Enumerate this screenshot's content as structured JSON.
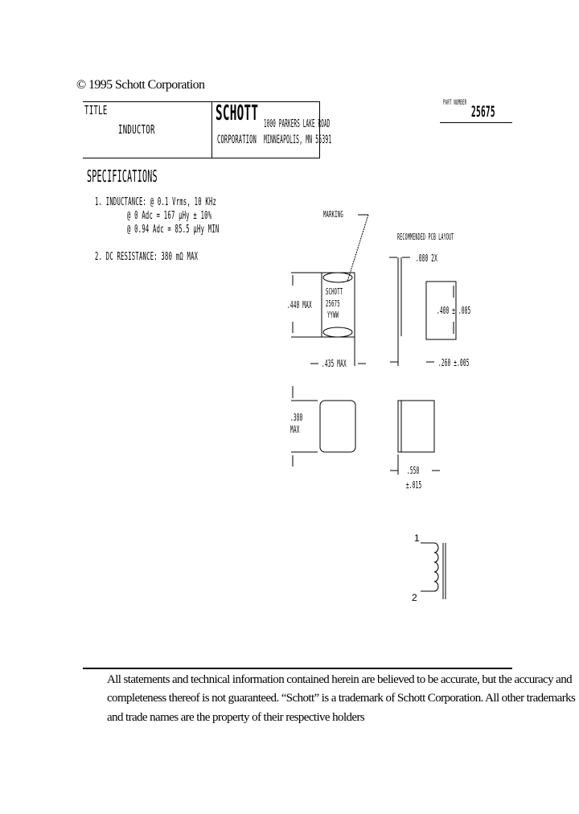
{
  "copyright": "© 1995 Schott Corporation",
  "title_block": {
    "title_label": "TITLE",
    "title": "INDUCTOR",
    "company": "SCHOTT",
    "company_sub": "CORPORATION",
    "address1": "1000 PARKERS LAKE ROAD",
    "address2": "MINNEAPOLIS, MN 55391",
    "part_label": "PART NUMBER",
    "part_number": "25675"
  },
  "specs": {
    "heading": "SPECIFICATIONS",
    "line1": "1. INDUCTANCE: @ 0.1 Vrms, 10 KHz",
    "line2": "@ 0 Adc = 167 µHy ± 10%",
    "line3": "@ 0.94 Adc = 85.5 µHy MIN",
    "line4": "2. DC RESISTANCE: 380 mΩ MAX"
  },
  "drawing": {
    "marking": "MARKING",
    "body_mark1": "SCHOTT",
    "body_mark2": "25675",
    "body_mark3": "YYWW",
    "height": ".440 MAX",
    "width": ".435 MAX",
    "depth": ".380",
    "depth_max": "MAX",
    "pcb_title": "RECOMMENDED PCB LAYOUT",
    "pad_width": ".080 2X",
    "pad_length": ".400 ± .005",
    "pad_spacing": ".260 ±.005",
    "side_dim": ".550",
    "side_tol": "±.015"
  },
  "schematic": {
    "pin1": "1",
    "pin2": "2"
  },
  "footer": {
    "line1": "All statements and technical information contained herein are believed to be accurate, but the accuracy and",
    "line2": "completeness thereof is not guaranteed. “Schott” is a trademark of Schott Corporation.  All other trademarks",
    "line3": "and trade names are the property of their respective holders"
  }
}
